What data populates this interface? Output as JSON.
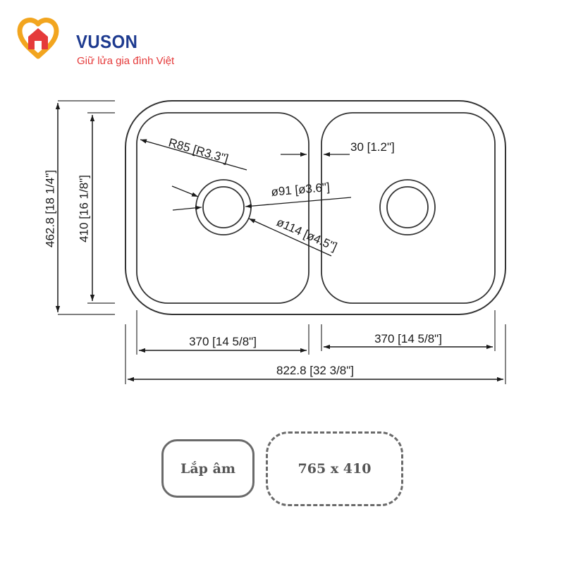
{
  "brand": {
    "name": "VUSON",
    "tagline": "Giữ lửa gia đình Việt",
    "colors": {
      "primary": "#1d3a8f",
      "accent": "#e53a3a",
      "gold": "#f2a51f"
    },
    "logo_icon": "house-heart-logo-icon"
  },
  "drawing": {
    "dims": {
      "overall_height": "462.8 [18 1/4\"]",
      "bowl_height": "410 [16 1/8\"]",
      "corner_radius": "R85 [R3.3\"]",
      "divider_width": "30 [1.2\"]",
      "drain_inner": "ø91 [ø3.6\"]",
      "drain_outer": "ø114 [ø4.5\"]",
      "left_bowl_width": "370 [14 5/8\"]",
      "right_bowl_width": "370 [14 5/8\"]",
      "overall_width": "822.8 [32 3/8\"]"
    }
  },
  "tags": {
    "mount": "Lắp âm",
    "size": "765 x 410"
  }
}
